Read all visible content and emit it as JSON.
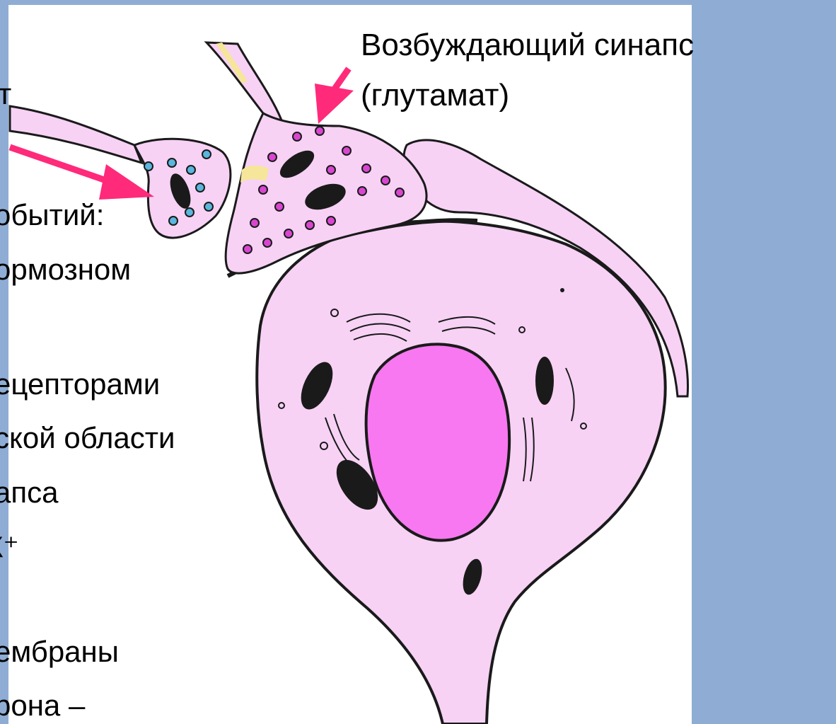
{
  "slide": {
    "colors": {
      "frame": "#8fadd4",
      "cytoplasm": "#f7d2f5",
      "nucleus": "#f778f0",
      "vesicle_blue": "#5ab6dc",
      "vesicle_pink": "#d846d0",
      "arrow": "#ff2a7a",
      "glia": "#f5e69a",
      "outline": "#1a1a1a"
    },
    "label_excitatory": {
      "line1": "Возбуждающий синапс",
      "line2": "(глутамат)"
    },
    "body_text_lines": [
      "т",
      "обытий:",
      "ормозном",
      "ецепторами",
      "ской области",
      "апса",
      "К⁺",
      "ембраны",
      "рона –"
    ]
  }
}
